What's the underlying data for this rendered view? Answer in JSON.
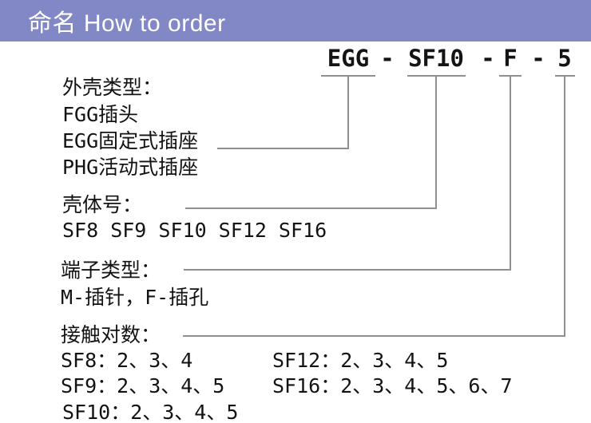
{
  "header": {
    "title": "命名 How to order",
    "bg_color": "#8287c6",
    "text_color": "#ffffff"
  },
  "code": {
    "separator": "-",
    "segments": [
      {
        "text": "EGG",
        "meaning_section": "shell-type"
      },
      {
        "text": "SF10",
        "meaning_section": "shell-size"
      },
      {
        "text": "F",
        "meaning_section": "terminal-type"
      },
      {
        "text": "5",
        "meaning_section": "contact-count"
      }
    ]
  },
  "sections": [
    {
      "label": "外壳类型：",
      "items": [
        "FGG插头",
        "EGG固定式插座",
        "PHG活动式插座"
      ]
    },
    {
      "label": "壳体号：",
      "items": [
        "SF8 SF9 SF10 SF12 SF16"
      ]
    },
    {
      "label": "端子类型：",
      "items": [
        "M-插针，F-插孔"
      ]
    },
    {
      "label": "接触对数：",
      "items_left": [
        "SF8：2、3、4",
        "SF9：2、3、4、5",
        "SF10：2、3、4、5"
      ],
      "items_right": [
        "SF12：2、3、4、5",
        "SF16：2、3、4、5、6、7"
      ]
    }
  ],
  "colors": {
    "connector_line": "#8f8f8f",
    "body_text": "#131313",
    "page_bg": "#ffffff"
  }
}
